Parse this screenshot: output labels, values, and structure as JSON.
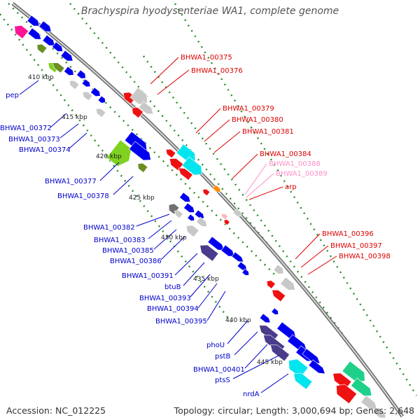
{
  "title": "Brachyspira hyodysenteriae WA1, complete genome",
  "accession": "Accession: NC_012225",
  "topology": "Topology: circular; Length: 3,000,694 bp; Genes: 2,648",
  "colors": {
    "red": "#ee1111",
    "grey": "#c8c8c8",
    "darkgrey": "#707070",
    "blue": "#0000ee",
    "green": "#7fd320",
    "olive": "#6b8e23",
    "magenta": "#ff1493",
    "pink": "#ffb6c1",
    "cyan": "#00e5ee",
    "teal": "#1fd08a",
    "orange": "#ff8c00",
    "purple": "#4a3b8c",
    "label_red": "#dd0000",
    "label_blue": "#0000cc",
    "label_pink": "#ff8fc8",
    "dots": "#228b22"
  },
  "scale_labels": [
    "410 kbp",
    "415 kbp",
    "420 kbp",
    "425 kbp",
    "430 kbp",
    "435 kbp",
    "440 kbp",
    "445 kbp"
  ],
  "labels_left": [
    "pep",
    "BHWA1_00372",
    "BHWA1_00373",
    "BHWA1_00374",
    "BHWA1_00377",
    "BHWA1_00378",
    "BHWA1_00382",
    "BHWA1_00383",
    "BHWA1_00385",
    "BHWA1_00386",
    "BHWA1_00391",
    "btuB",
    "BHWA1_00393",
    "BHWA1_00394",
    "BHWA1_00395",
    "phoU",
    "pstB",
    "BHWA1_00401",
    "ptsS",
    "nrdA"
  ],
  "labels_right": [
    "BHWA1_00375",
    "BHWA1_00376",
    "BHWA1_00379",
    "BHWA1_00380",
    "BHWA1_00381",
    "BHWA1_00384",
    "BHWA1_00388",
    "BHWA1_00389",
    "arp",
    "BHWA1_00396",
    "BHWA1_00397",
    "BHWA1_00398"
  ]
}
